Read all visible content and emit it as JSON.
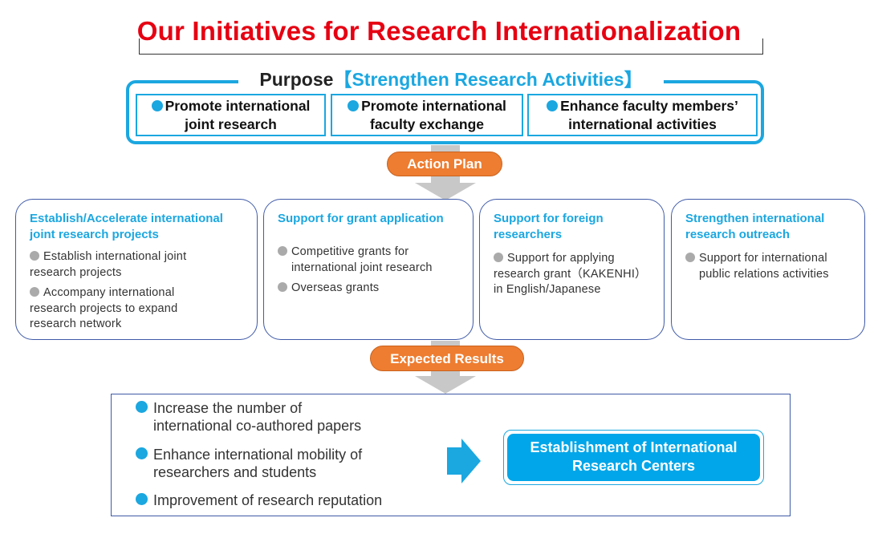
{
  "title": "Our Initiatives for Research Internationalization",
  "purpose": {
    "label": "Purpose",
    "bracket_open": "【",
    "focus": "Strengthen Research Activities",
    "bracket_close": "】",
    "goals": [
      {
        "line1": "Promote international",
        "line2": "joint research"
      },
      {
        "line1": "Promote international",
        "line2": "faculty exchange"
      },
      {
        "line1": "Enhance faculty members’",
        "line2": "international activities"
      }
    ]
  },
  "action_plan_label": "Action Plan",
  "action_cards": [
    {
      "title_line1": "Establish/Accelerate international",
      "title_line2": "joint research projects",
      "items": [
        {
          "line1": "Establish international joint",
          "line2": "research projects",
          "line3": ""
        },
        {
          "line1": "Accompany international",
          "line2": "research projects to expand",
          "line3": "research network"
        }
      ]
    },
    {
      "title_line1": "Support for grant application",
      "title_line2": "",
      "items": [
        {
          "line1": "Competitive grants for",
          "line2": "international joint research",
          "line3": ""
        },
        {
          "line1": "Overseas grants",
          "line2": "",
          "line3": ""
        }
      ]
    },
    {
      "title_line1": "Support for foreign",
      "title_line2": "researchers",
      "items": [
        {
          "line1": "Support for applying",
          "line2": "research grant（KAKENHI）",
          "line3": "in English/Japanese"
        }
      ]
    },
    {
      "title_line1": "Strengthen international",
      "title_line2": "research outreach",
      "items": [
        {
          "line1": "Support for international",
          "line2": "public relations activities",
          "line3": ""
        }
      ]
    }
  ],
  "expected_results_label": "Expected Results",
  "results": [
    {
      "line1": "Increase the number of",
      "line2": "international co-authored papers"
    },
    {
      "line1": "Enhance international mobility of",
      "line2": "researchers and students"
    },
    {
      "line1": "Improvement of research reputation",
      "line2": ""
    }
  ],
  "outcome": {
    "line1": "Establishment of International",
    "line2": "Research Centers"
  },
  "colors": {
    "title_red": "#e60012",
    "accent_blue": "#1ba7e0",
    "pill_orange": "#ee7d31",
    "card_border": "#3f5aa8",
    "arrow_gray": "#c8c8c8"
  }
}
